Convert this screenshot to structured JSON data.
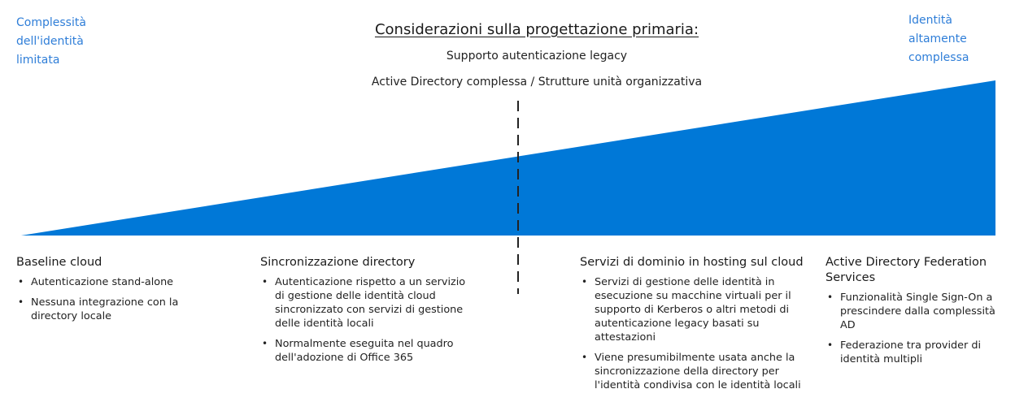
{
  "labels": {
    "low": [
      "Complessità",
      "dell'identità",
      "limitata"
    ],
    "high": [
      "Identità",
      "altamente",
      "complessa"
    ]
  },
  "header": {
    "title": "Considerazioni sulla progettazione primaria:",
    "line1": "Supporto autenticazione legacy",
    "line2": "Active Directory complessa / Strutture unità organizzativa"
  },
  "colors": {
    "wedge": "#0078d7",
    "accent_text": "#2f7ed8",
    "divider": "#222222"
  },
  "columns": [
    {
      "title": "Baseline cloud",
      "bullets": [
        "Autenticazione stand-alone",
        "Nessuna integrazione con la directory locale"
      ]
    },
    {
      "title": "Sincronizzazione directory",
      "bullets": [
        "Autenticazione rispetto a un servizio di gestione delle identità cloud sincronizzato con servizi di gestione delle identità locali",
        "Normalmente eseguita nel quadro dell'adozione di Office 365"
      ]
    },
    {
      "title": "Servizi di dominio in hosting sul cloud",
      "bullets": [
        "Servizi di gestione delle identità in esecuzione su macchine virtuali per il supporto di Kerberos o altri metodi di autenticazione legacy basati su attestazioni",
        "Viene presumibilmente usata anche la sincronizzazione della directory per l'identità condivisa con le identità locali"
      ]
    },
    {
      "title": "Active Directory Federation Services",
      "bullets": [
        "Funzionalità Single Sign-On a prescindere dalla complessità AD",
        "Federazione tra provider di identità multipli"
      ]
    }
  ]
}
